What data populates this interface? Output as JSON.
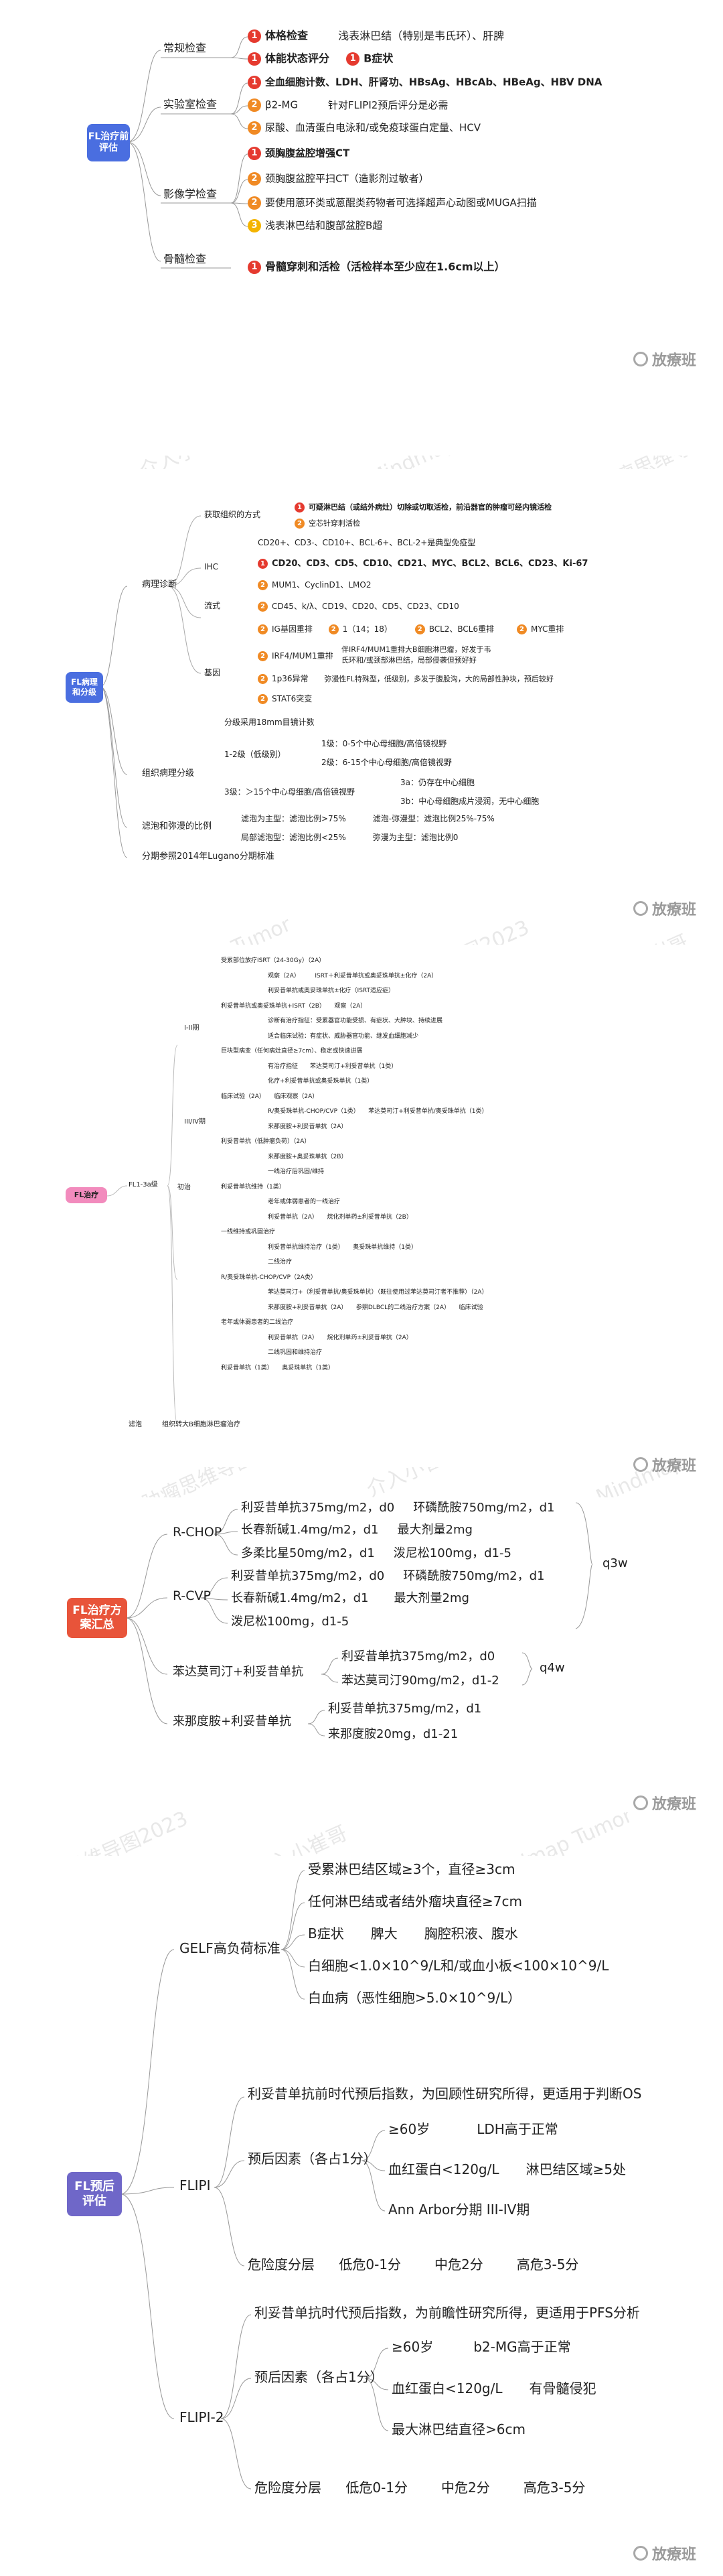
{
  "brand": "放療班",
  "watermarks": [
    "介入小崔哥",
    "Mindmap Tumor",
    "肿瘤思维导图2023"
  ],
  "s1": {
    "root": "FL治疗前评估",
    "branches": [
      {
        "label": "常规检查",
        "items": [
          {
            "n": "1",
            "text": "体格检查",
            "bold": true,
            "extra": "浅表淋巴结（特别是韦氏环）、肝脾"
          },
          {
            "n": "1",
            "text": "体能状态评分",
            "bold": true,
            "extra2n": "1",
            "extra2": "B症状"
          }
        ]
      },
      {
        "label": "实验室检查",
        "items": [
          {
            "n": "1",
            "text": "全血细胞计数、LDH、肝肾功、HBsAg、HBcAb、HBeAg、HBV DNA",
            "bold": true
          },
          {
            "n": "2",
            "text": "β2-MG",
            "extra": "针对FLIPI2预后评分是必需"
          },
          {
            "n": "2",
            "text": "尿酸、血清蛋白电泳和/或免疫球蛋白定量、HCV"
          }
        ]
      },
      {
        "label": "影像学检查",
        "items": [
          {
            "n": "1",
            "text": "颈胸腹盆腔增强CT",
            "bold": true
          },
          {
            "n": "2",
            "text": "颈胸腹盆腔平扫CT（造影剂过敏者）"
          },
          {
            "n": "2",
            "text": "要使用蒽环类或蒽醌类药物者可选择超声心动图或MUGA扫描"
          },
          {
            "n": "3",
            "text": "浅表淋巴结和腹部盆腔B超"
          }
        ]
      },
      {
        "label": "骨髓检查",
        "items": [
          {
            "n": "1",
            "text": "骨髓穿刺和活检（活检样本至少应在1.6cm以上）",
            "bold": true
          }
        ]
      }
    ]
  },
  "s2": {
    "root": "FL病理\n和分级",
    "diag": "病理诊断",
    "specimen": "获取组织的方式",
    "specimen_items": [
      {
        "n": "1",
        "text": "可疑淋巴结（或结外病灶）切除或切取活检，前沿器官的肿瘤可经内镜活检"
      },
      {
        "n": "2",
        "text": "空芯针穿刺活检"
      }
    ],
    "ihc": "IHC",
    "ihc_items": [
      {
        "text": "CD20+、CD3-、CD10+、BCL-6+、BCL-2+是典型免疫型"
      },
      {
        "n": "1",
        "text": "CD20、CD3、CD5、CD10、CD21、MYC、BCL2、BCL6、CD23、Ki-67"
      },
      {
        "n": "2",
        "text": "MUM1、CyclinD1、LMO2"
      }
    ],
    "flow": "流式",
    "flow_items": [
      {
        "n": "2",
        "text": "CD45、k/λ、CD19、CD20、CD5、CD23、CD10"
      }
    ],
    "gene": "基因",
    "gene_items": [
      {
        "n": "2",
        "text": "IG基因重排",
        "m1n": "2",
        "m1": "1（14；18）",
        "m2n": "2",
        "m2": "BCL2、BCL6重排",
        "m3n": "2",
        "m3": "MYC重排"
      },
      {
        "n": "2",
        "text": "IRF4/MUM1重排",
        "note1": "伴IRF4/MUM1重排大B细胞淋巴瘤，好发于韦",
        "note2": "氏环和/或颈部淋巴结，局部侵袭但预好好"
      },
      {
        "n": "2",
        "text": "1p36异常",
        "note": "弥漫性FL特殊型，低级别，多发于腹股沟，大的局部性肿块，预后较好"
      },
      {
        "n": "2",
        "text": "STAT6突变"
      }
    ],
    "grade": "组织病理分级",
    "grade_items": [
      {
        "text": "分级采用18mm目镜计数"
      },
      {
        "text": "1-2级（低级别）",
        "a": "1级：0-5个中心母细胞/高倍镜视野",
        "b": "2级：6-15个中心母细胞/高倍镜视野"
      },
      {
        "text": "3级：＞15个中心母细胞/高倍镜视野",
        "a": "3a：仍存在中心细胞",
        "b": "3b：中心母细胞成片浸润，无中心细胞"
      }
    ],
    "ratio": "滤泡和弥漫的比例",
    "ratio_items": [
      {
        "a": "滤泡为主型：滤泡比例>75%",
        "b": "滤泡-弥漫型：滤泡比例25%-75%"
      },
      {
        "a": "局部滤泡型：滤泡比例<25%",
        "b": "弥漫为主型：滤泡比例0"
      }
    ],
    "staging": "分期参照2014年Lugano分期标准"
  },
  "s3": {
    "root": "FL治疗",
    "g12": "FL1-3a级",
    "first": "初治",
    "stage_early": "I-II期",
    "stage_late": "III/IV期",
    "transform": "滤泡",
    "transform_note": "组织转大B细胞淋巴瘤治疗",
    "rows": [
      "受累部位放疗ISRT（24-30Gy）（2A）",
      "观察（2A）　　　ISRT＋利妥昔单抗或奥妥珠单抗±化疗（2A）",
      "利妥昔单抗或奥妥珠单抗±化疗（ISRT适应症）",
      "利妥昔单抗或奥妥珠单抗+ISRT（2B）　　观察（2A）",
      "诊断有治疗指征：受累器官功能受损、有症状、大肿块、持续进展",
      "适合临床试验：有症状、威胁器官功能、继发血细胞减少",
      "巨块型病变（任何病灶直径≥7cm）、稳定或快速进展",
      "有治疗指征　　苯达莫司汀+利妥昔单抗（1类）",
      "化疗+利妥昔单抗或奥妥珠单抗（1类）",
      "临床试验（2A）　　临床观察（2A）",
      "R/奥妥珠单抗-CHOP/CVP（1类）　　苯达莫司汀+利妥昔单抗/奥妥珠单抗（1类）",
      "来那度胺+利妥昔单抗（2A）",
      "利妥昔单抗（低肿瘤负荷）（2A）",
      "来那度胺+奥妥珠单抗（2B）",
      "一线治疗后巩固/维持",
      "利妥昔单抗维持（1类）",
      "老年或体弱患者的一线治疗",
      "利妥昔单抗（2A）　　烷化剂单药±利妥昔单抗（2B）",
      "一线维持或巩固治疗",
      "利妥昔单抗维持治疗（1类）　　奥妥珠单抗维持（1类）",
      "二线治疗",
      "R/奥妥珠单抗-CHOP/CVP（2A类）",
      "苯达莫司汀+（利妥昔单抗/奥妥珠单抗）（既往使用过苯达莫司汀者不推荐）（2A）",
      "来那度胺+利妥昔单抗（2A）　　参照DLBCL的二线治疗方案（2A）　　临床试验",
      "老年或体弱患者的二线治疗",
      "利妥昔单抗（2A）　　烷化剂单药±利妥昔单抗（2A）",
      "二线巩固和维持治疗",
      "利妥昔单抗（1类）　　奥妥珠单抗（1类）"
    ]
  },
  "s4": {
    "root": "FL治疗方\n案汇总",
    "rchop": "R-CHOP",
    "rcvp": "R-CVP",
    "br": "苯达莫司汀+利妥昔单抗",
    "r2": "来那度胺+利妥昔单抗",
    "rchop_items": [
      [
        "利妥昔单抗375mg/m2，d0",
        "环磷酰胺750mg/m2，d1"
      ],
      [
        "长春新碱1.4mg/m2，d1",
        "最大剂量2mg"
      ],
      [
        "多柔比星50mg/m2，d1",
        "泼尼松100mg，d1-5"
      ]
    ],
    "rcvp_items": [
      [
        "利妥昔单抗375mg/m2，d0",
        "环磷酰胺750mg/m2，d1"
      ],
      [
        "长春新碱1.4mg/m2，d1",
        "最大剂量2mg"
      ],
      [
        "泼尼松100mg，d1-5"
      ]
    ],
    "br_items": [
      [
        "利妥昔单抗375mg/m2，d0"
      ],
      [
        "苯达莫司汀90mg/m2，d1-2"
      ]
    ],
    "r2_items": [
      [
        "利妥昔单抗375mg/m2，d1"
      ],
      [
        "来那度胺20mg，d1-21"
      ]
    ],
    "q3w": "q3w",
    "q4w": "q4w"
  },
  "s5": {
    "root": "FL预后\n评估",
    "gelf": "GELF高负荷标准",
    "gelf_items": [
      [
        "受累淋巴结区域≥3个，直径≥3cm"
      ],
      [
        "任何淋巴结或者结外瘤块直径≥7cm"
      ],
      [
        "B症状",
        "脾大",
        "胸腔积液、腹水"
      ],
      [
        "白细胞<1.0×10^9/L和/或血小板<100×10^9/L"
      ],
      [
        "白血病（恶性细胞>5.0×10^9/L）"
      ]
    ],
    "flipi": "FLIPI",
    "flipi_top": "利妥昔单抗前时代预后指数，为回顾性研究所得，更适用于判断OS",
    "flipi_factors": "预后因素（各占1分）",
    "flipi_f": [
      [
        "≥60岁",
        "LDH高于正常"
      ],
      [
        "血红蛋白<120g/L",
        "淋巴结区域≥5处"
      ],
      [
        "Ann Arbor分期 III-IV期"
      ]
    ],
    "risk": "危险度分层",
    "flipi_risk": [
      "低危0-1分",
      "中危2分",
      "高危3-5分"
    ],
    "flipi2": "FLIPI-2",
    "flipi2_top": "利妥昔单抗时代预后指数，为前瞻性研究所得，更适用于PFS分析",
    "flipi2_f": [
      [
        "≥60岁",
        "b2-MG高于正常"
      ],
      [
        "血红蛋白<120g/L",
        "有骨髓侵犯"
      ],
      [
        "最大淋巴结直径>6cm"
      ]
    ],
    "flipi2_risk": [
      "低危0-1分",
      "中危2分",
      "高危3-5分"
    ]
  }
}
